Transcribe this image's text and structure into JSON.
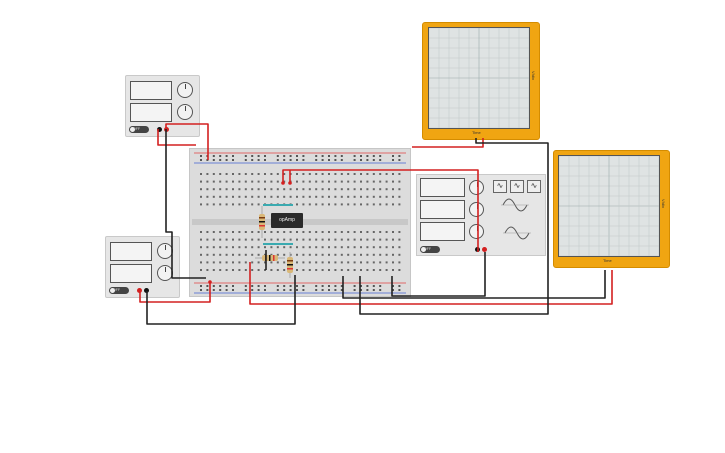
{
  "power_supply_top": {
    "power_label": "OFF"
  },
  "power_supply_bottom": {
    "power_label": "OFF"
  },
  "function_generator": {
    "power_label": "OFF",
    "wave_buttons": [
      "∿",
      "∿",
      "∿"
    ]
  },
  "opamp": {
    "label": "opAmp"
  },
  "oscilloscope_top": {
    "time_label": "Time",
    "volt_label": "V/div"
  },
  "oscilloscope_right": {
    "time_label": "Time",
    "volt_label": "V/div"
  },
  "colors": {
    "wire_red": "#d32020",
    "wire_black": "#222222",
    "scope_body": "#f0a512",
    "rail_red": "#e04040",
    "rail_blue": "#4060d0"
  },
  "icons": [
    "knob-icon",
    "power-switch-icon",
    "sine-wave-icon",
    "square-wave-icon",
    "triangle-wave-icon"
  ]
}
